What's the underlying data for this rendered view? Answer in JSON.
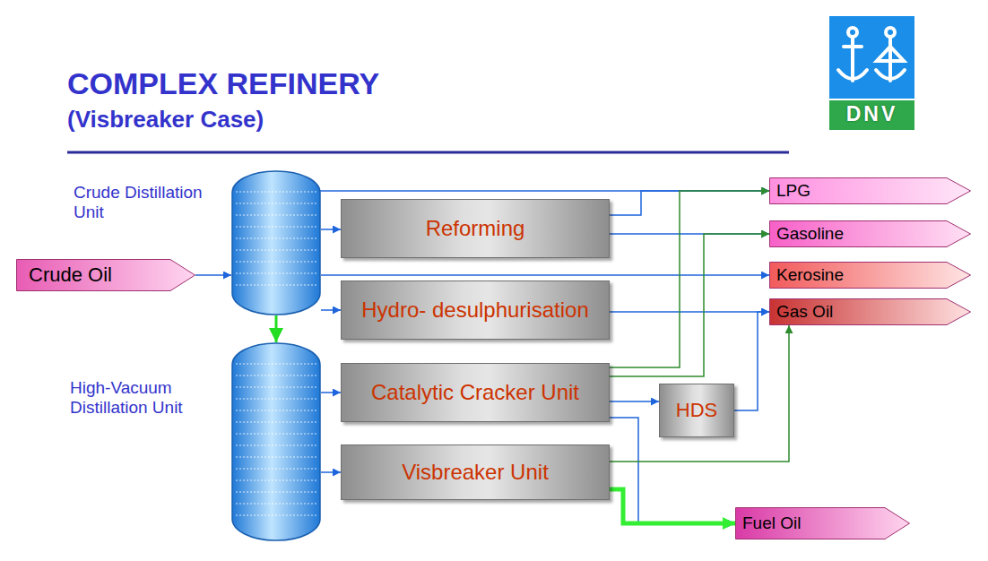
{
  "diagram": {
    "title": "COMPLEX REFINERY",
    "nodes": [
      {
        "text": [
          "Crude Oil"
        ]
      },
      {
        "text": [
          "Crude Distillation Unit"
        ]
      },
      {
        "text": [
          "Reforming"
        ]
      },
      {
        "text": [
          "Hydro- desulphurisation"
        ]
      },
      {
        "text": [
          "High-Vacuum Distillation Unit"
        ]
      },
      {
        "text": [
          "Catalytic Cracker Unit"
        ]
      },
      {
        "text": [
          "HDS"
        ]
      },
      {
        "text": [
          "Visbreaker Unit"
        ]
      },
      {
        "text": [
          "LPG"
        ]
      },
      {
        "text": [
          "Gasoline"
        ]
      },
      {
        "text": [
          "Kerosine"
        ]
      },
      {
        "text": [
          "Gas Oil"
        ]
      },
      {
        "text": [
          "Fuel Oil"
        ]
      }
    ],
    "edges": [
      {
        "from": 0,
        "to": 1,
        "arrow": "to"
      },
      {
        "from": 1,
        "to": 8,
        "arrow": "to"
      },
      {
        "from": 1,
        "to": 2,
        "arrow": "to"
      },
      {
        "from": 1,
        "to": 10,
        "arrow": "to"
      },
      {
        "from": 1,
        "to": 3,
        "arrow": "to"
      },
      {
        "from": 1,
        "to": 4,
        "arrow": "to"
      },
      {
        "from": 2,
        "to": 8,
        "arrow": "to"
      },
      {
        "from": 2,
        "to": 9,
        "arrow": "to"
      },
      {
        "from": 3,
        "to": 11,
        "arrow": "to"
      },
      {
        "from": 4,
        "to": 5,
        "arrow": "to"
      },
      {
        "from": 4,
        "to": 7,
        "arrow": "to"
      },
      {
        "from": 5,
        "to": 8,
        "arrow": "to"
      },
      {
        "from": 5,
        "to": 9,
        "arrow": "to"
      },
      {
        "from": 5,
        "to": 6,
        "arrow": "to"
      },
      {
        "from": 6,
        "to": 11,
        "arrow": "to"
      },
      {
        "from": 5,
        "to": 12,
        "arrow": "to"
      },
      {
        "from": 7,
        "to": 11,
        "arrow": "to"
      },
      {
        "from": 7,
        "to": 12,
        "arrow": "to"
      }
    ],
    "labels": [
      "(Visbreaker Case)",
      "DNV"
    ]
  }
}
